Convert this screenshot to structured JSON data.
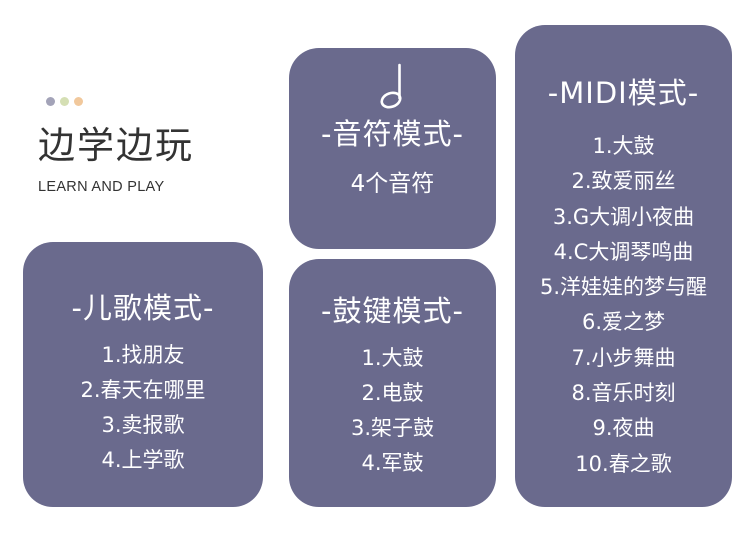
{
  "header": {
    "title": "边学边玩",
    "subtitle": "LEARN AND PLAY",
    "dot_colors": [
      "#a3a3b8",
      "#d5dfb4",
      "#f1c89c"
    ]
  },
  "theme": {
    "card_color": "#6a6a8d",
    "text_color": "#ffffff"
  },
  "cards": {
    "song": {
      "title": "-儿歌模式-",
      "items": [
        "1.找朋友",
        "2.春天在哪里",
        "3.卖报歌",
        "4.上学歌"
      ]
    },
    "note": {
      "icon": "music-note-icon",
      "title": "-音符模式-",
      "count": "4个音符"
    },
    "drum": {
      "title": "-鼓键模式-",
      "items": [
        "1.大鼓",
        "2.电鼓",
        "3.架子鼓",
        "4.军鼓"
      ]
    },
    "midi": {
      "title": "-MIDI模式-",
      "items": [
        "1.大鼓",
        "2.致爱丽丝",
        "3.G大调小夜曲",
        "4.C大调琴鸣曲",
        "5.洋娃娃的梦与醒",
        "6.爱之梦",
        "7.小步舞曲",
        "8.音乐时刻",
        "9.夜曲",
        "10.春之歌"
      ]
    }
  }
}
